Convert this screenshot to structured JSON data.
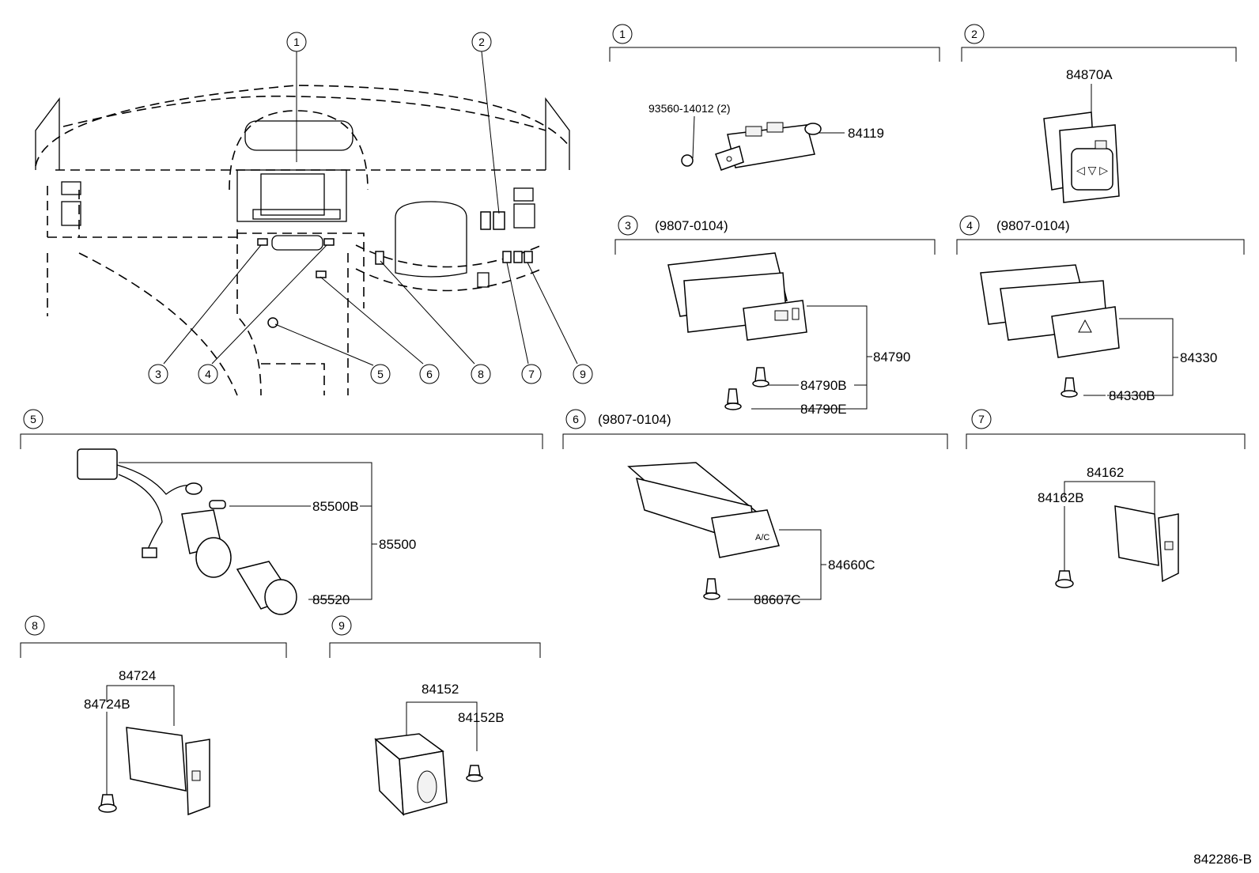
{
  "diagram_id": "842286-B",
  "callouts": [
    "1",
    "2",
    "3",
    "4",
    "5",
    "6",
    "7",
    "8",
    "9"
  ],
  "sections": {
    "s1": {
      "num": "1",
      "date": "",
      "parts": [
        "93560-14012 (2)",
        "84119"
      ]
    },
    "s2": {
      "num": "2",
      "date": "",
      "parts": [
        "84870A"
      ]
    },
    "s3": {
      "num": "3",
      "date": "(9807-0104)",
      "parts": [
        "84790",
        "84790B",
        "84790E"
      ]
    },
    "s4": {
      "num": "4",
      "date": "(9807-0104)",
      "parts": [
        "84330",
        "84330B"
      ]
    },
    "s5": {
      "num": "5",
      "date": "",
      "parts": [
        "85500B",
        "85500",
        "85520"
      ]
    },
    "s6": {
      "num": "6",
      "date": "(9807-0104)",
      "parts": [
        "84660C",
        "88607C"
      ],
      "button_text": "A/C"
    },
    "s7": {
      "num": "7",
      "date": "",
      "parts": [
        "84162",
        "84162B"
      ]
    },
    "s8": {
      "num": "8",
      "date": "",
      "parts": [
        "84724",
        "84724B"
      ]
    },
    "s9": {
      "num": "9",
      "date": "",
      "parts": [
        "84152",
        "84152B"
      ]
    }
  }
}
